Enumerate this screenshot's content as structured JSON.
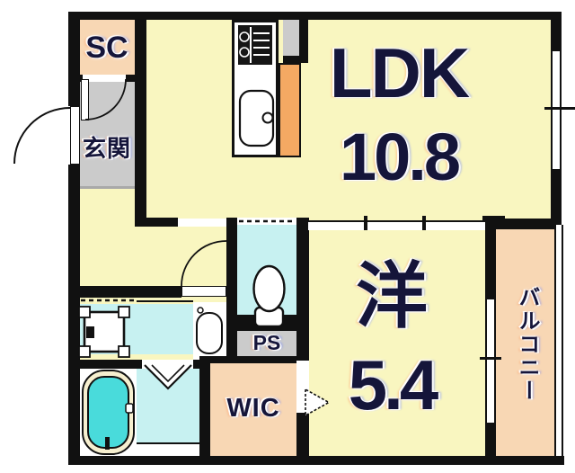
{
  "plan": {
    "title": "apartment-floor-plan",
    "rooms": {
      "ldk": {
        "label": "LDK",
        "area": "10.8"
      },
      "western": {
        "label": "洋",
        "area": "5.4"
      },
      "balcony": {
        "label": "バルコニー"
      },
      "entrance": {
        "label": "玄関"
      },
      "shoe_closet": {
        "label": "SC"
      },
      "walk_in_closet": {
        "label": "WIC"
      },
      "pipe_space": {
        "label": "PS"
      }
    },
    "icons": [
      "gas-stove-icon",
      "kitchen-sink-icon",
      "toilet-icon",
      "bathtub-icon",
      "washing-machine-icon",
      "vanity-sink-icon",
      "door-swing-arc",
      "folding-door-icon",
      "sliding-door-arrow-icon"
    ],
    "colors": {
      "wall": "#111111",
      "floor_yellow": "#F9F6C0",
      "peach": "#F8D7B4",
      "gray": "#CBCBCB",
      "wet_cyan": "#C7F1F1",
      "tub_water": "#49DBDB",
      "tub_rim": "#F6EFCF",
      "counter_orange": "#F4A963",
      "label_navy": "#15153A"
    }
  }
}
